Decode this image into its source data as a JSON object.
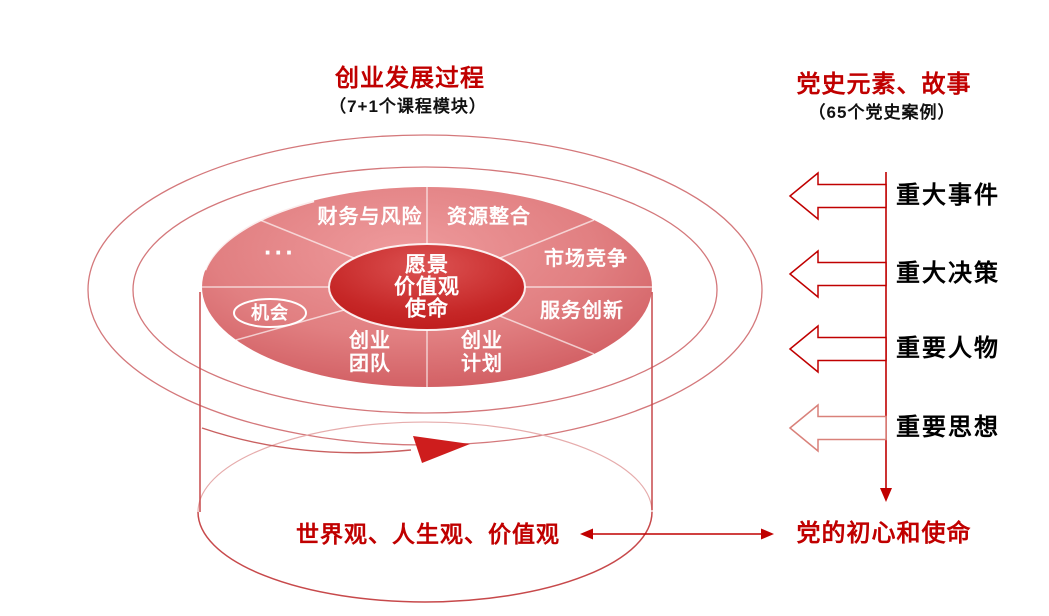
{
  "colors": {
    "accent_red": "#C00000",
    "disk_pink": "#E17F81",
    "center_red": "#BD1A1A",
    "outline_pink": "#D4787B",
    "cylinder_red": "#C7494B",
    "arrow4_light_red": "#D9817A",
    "wheel_text": "#FFFFFF",
    "label_black": "#111111"
  },
  "header_left": {
    "title": "创业发展过程",
    "subtitle": "（7+1个课程模块）"
  },
  "header_right": {
    "title": "党史元素、故事",
    "subtitle": "（65个党史案例）"
  },
  "wheel": {
    "center_lines": [
      "愿景",
      "价值观",
      "使命"
    ],
    "segments": {
      "finance": "财务与风险",
      "resources": "资源整合",
      "market": "市场竞争",
      "service": "服务创新",
      "plan": [
        "创业",
        "计划"
      ],
      "team": [
        "创业",
        "团队"
      ],
      "more": "···",
      "opportunity": "机会"
    }
  },
  "right_panel": {
    "items": [
      "重大事件",
      "重大决策",
      "重要人物",
      "重要思想"
    ]
  },
  "bottom": {
    "left_label": "世界观、人生观、价值观",
    "right_label": "党的初心和使命"
  }
}
